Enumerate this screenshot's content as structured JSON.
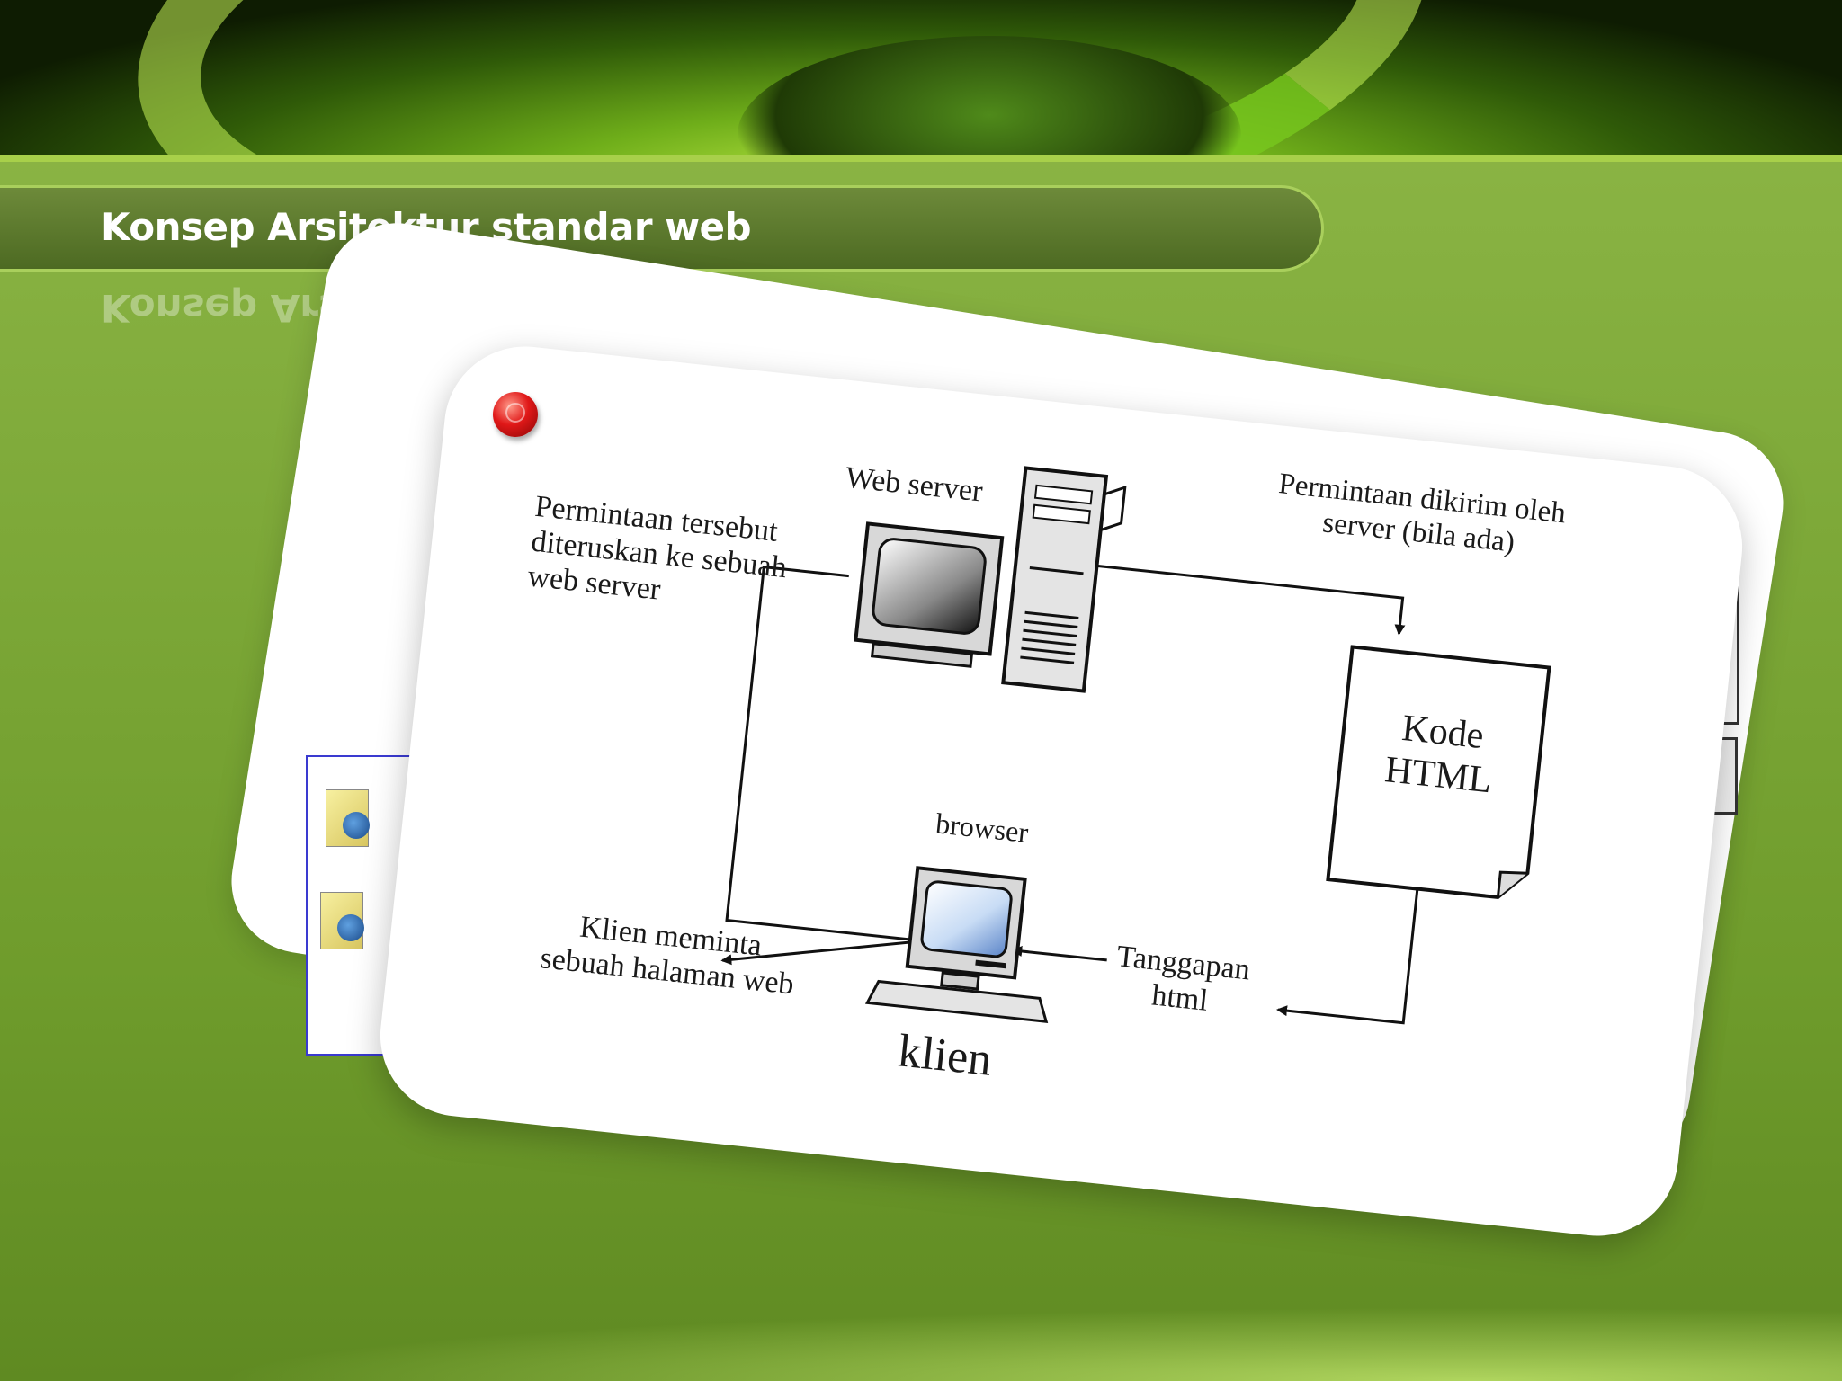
{
  "slide": {
    "title": "Konsep Arsitektur standar web"
  },
  "diagram": {
    "web_server_label": "Web server",
    "request_sent_label": [
      "Permintaan dikirim oleh",
      "server (bila ada)"
    ],
    "request_forwarded_label": [
      "Permintaan tersebut",
      "diteruskan ke sebuah",
      "web server"
    ],
    "html_code_label": [
      "Kode",
      "HTML"
    ],
    "browser_label": "browser",
    "client_request_label": [
      "Klien meminta",
      "sebuah halaman web"
    ],
    "html_response_label": [
      "Tanggapan",
      "html"
    ],
    "client_label": "klien"
  }
}
